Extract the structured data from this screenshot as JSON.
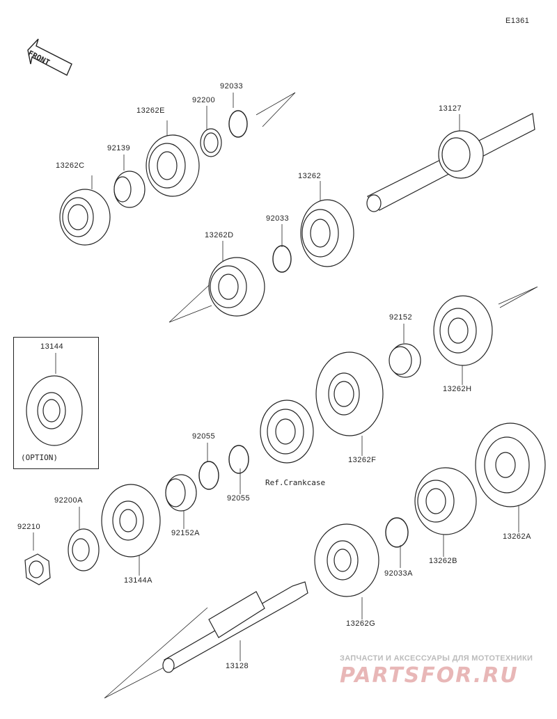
{
  "diagram_code": "E1361",
  "front_label": "FRONT",
  "option_label": "(OPTION)",
  "ref_label": "Ref.Crankcase",
  "parts": {
    "p13262C": "13262C",
    "p92139": "92139",
    "p13262E": "13262E",
    "p92200": "92200",
    "p92033": "92033",
    "p13127": "13127",
    "p13262": "13262",
    "p92033b": "92033",
    "p13262D": "13262D",
    "p92152": "92152",
    "p13262H": "13262H",
    "p13144": "13144",
    "p13262F": "13262F",
    "p92055": "92055",
    "p92055b": "92055",
    "p92200A": "92200A",
    "p92210": "92210",
    "p92152A": "92152A",
    "p13144A": "13144A",
    "p13262B": "13262B",
    "p13262A": "13262A",
    "p92033A": "92033A",
    "p13262G": "13262G",
    "p13128": "13128"
  },
  "watermark": {
    "line1": "ЗАПЧАСТИ И АКСЕССУАРЫ ДЛЯ МОТОТЕХНИКИ",
    "line2": "PARTSFOR.RU"
  }
}
